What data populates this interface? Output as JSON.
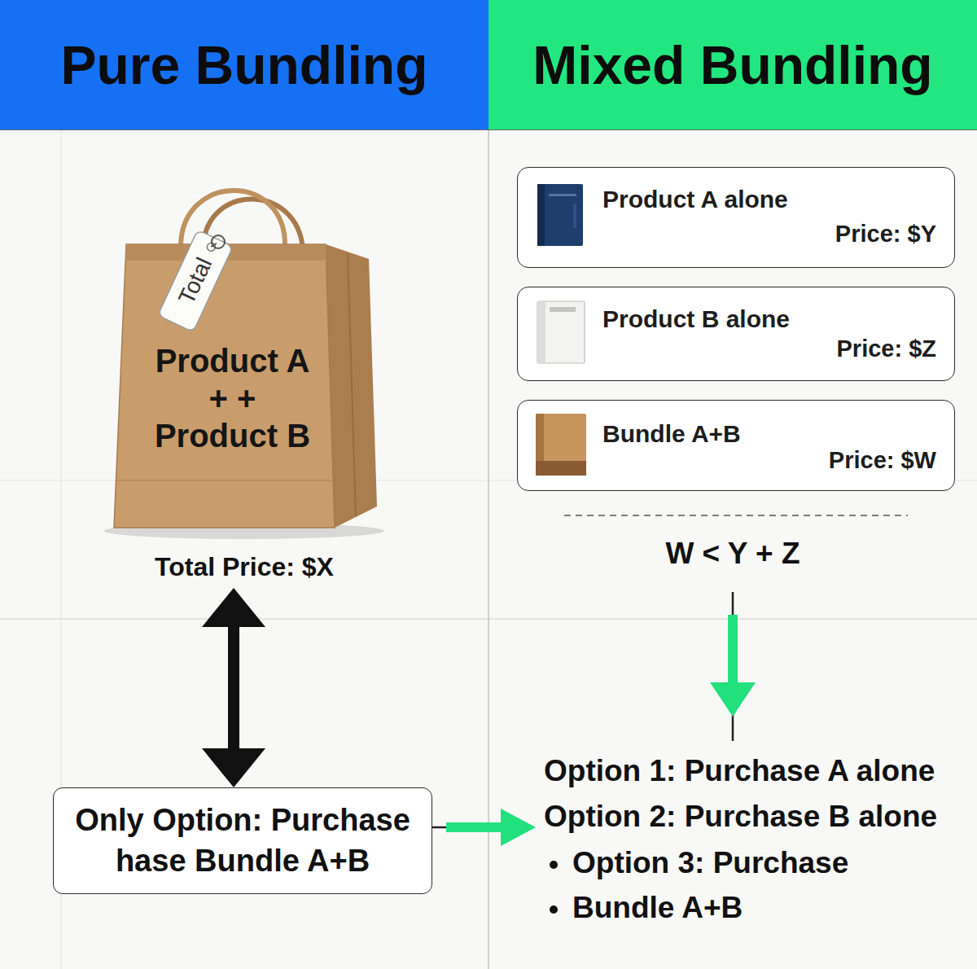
{
  "diagram": {
    "nodes": [
      {
        "text": [
          "Pure Bundling"
        ]
      },
      {
        "text": [
          "Mixed Bundling"
        ]
      },
      {
        "text": [
          "Product A + + Product B",
          "Total Price: $X"
        ]
      },
      {
        "text": [
          "Product A alone",
          "Price: $Y"
        ]
      },
      {
        "text": [
          "Product B alone",
          "Price: $Z"
        ]
      },
      {
        "text": [
          "Bundle A+B",
          "Price: $W"
        ]
      },
      {
        "text": [
          "Only Option: Purchase hase Bundle A+B"
        ]
      }
    ],
    "edges": [
      {
        "from": 2,
        "to": 6,
        "arrow": "both"
      }
    ],
    "labels": [
      "Total",
      "W < Y + Z",
      "Option 1: Purchase A alone",
      "Option 2: Purchase B alone",
      "Option 3: Purchase",
      "Bundle A+B"
    ]
  }
}
